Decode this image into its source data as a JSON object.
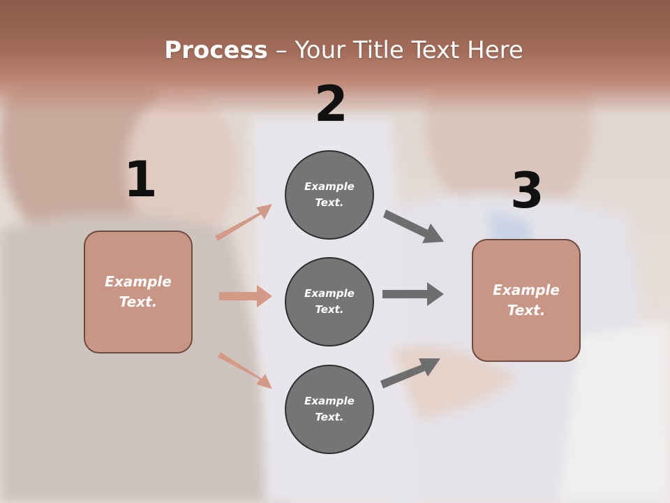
{
  "slide": {
    "title_bold": "Process",
    "title_rest": " – Your Title Text Here",
    "numbers": {
      "one": "1",
      "two": "2",
      "three": "3"
    },
    "left_box": {
      "text": "Example\nText."
    },
    "right_box": {
      "text": "Example\nText."
    },
    "circles": [
      {
        "text": "Example\nText."
      },
      {
        "text": "Example\nText."
      },
      {
        "text": "Example\nText."
      }
    ]
  },
  "colors": {
    "title_band": "#a36d5b",
    "box_fill": "#c99585",
    "box_border": "#6e4b40",
    "circle_fill": "#757575",
    "circle_border": "#2e2e2e",
    "arrow_salmon": "#d49a88",
    "arrow_gray": "#6e6e6e",
    "number_color": "#111111"
  }
}
